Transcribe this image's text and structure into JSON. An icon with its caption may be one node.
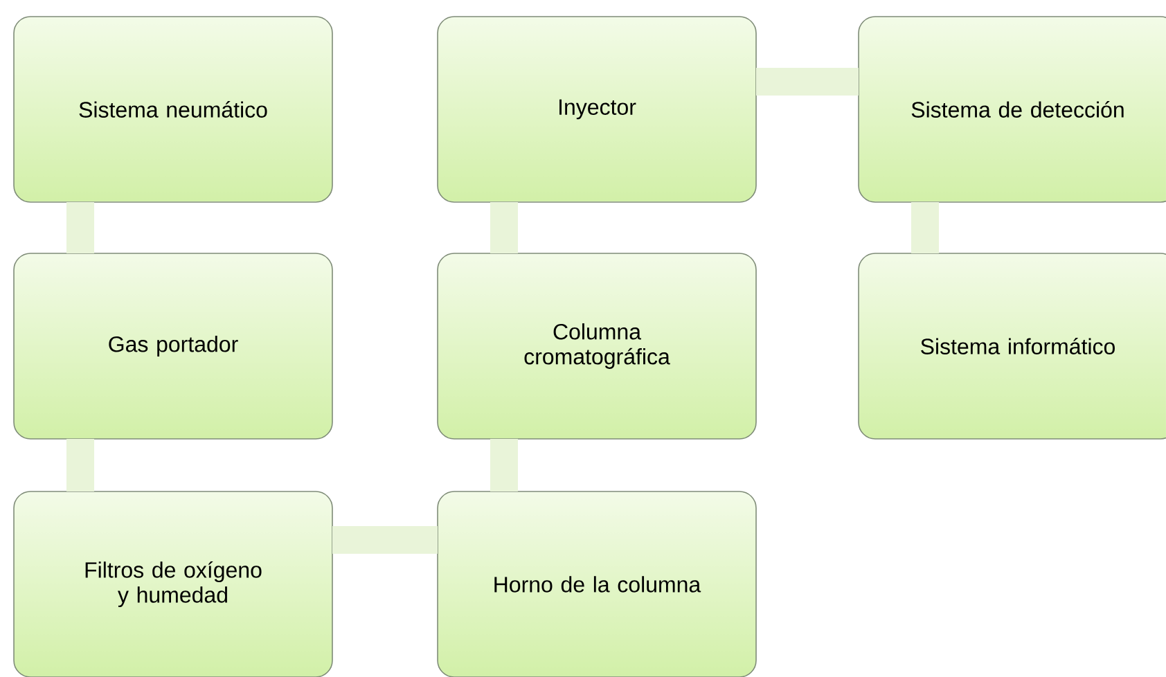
{
  "diagram": {
    "nodes": [
      {
        "text": [
          "Sistema neumático"
        ]
      },
      {
        "text": [
          "Gas portador"
        ]
      },
      {
        "text": [
          "Filtros de oxígeno y humedad"
        ]
      },
      {
        "text": [
          "Horno de la columna"
        ]
      },
      {
        "text": [
          "Columna cromatográfica"
        ]
      },
      {
        "text": [
          "Inyector"
        ]
      },
      {
        "text": [
          "Sistema de detección"
        ]
      },
      {
        "text": [
          "Sistema informático"
        ]
      }
    ],
    "edges": [
      {
        "from": 0,
        "to": 1,
        "arrow": "none"
      },
      {
        "from": 1,
        "to": 2,
        "arrow": "none"
      },
      {
        "from": 2,
        "to": 3,
        "arrow": "none"
      },
      {
        "from": 3,
        "to": 4,
        "arrow": "none"
      },
      {
        "from": 4,
        "to": 5,
        "arrow": "none"
      },
      {
        "from": 5,
        "to": 6,
        "arrow": "none"
      },
      {
        "from": 6,
        "to": 7,
        "arrow": "none"
      }
    ]
  }
}
